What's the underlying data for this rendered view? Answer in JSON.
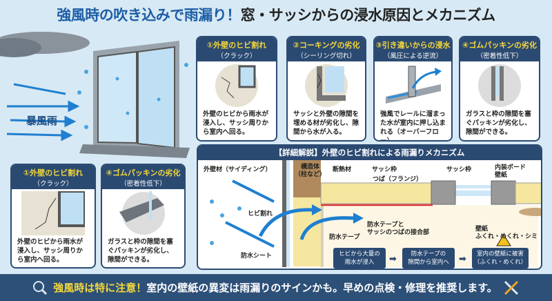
{
  "title": {
    "highlight": "強風時の吹き込みで雨漏り！",
    "rest": "窓・サッシからの浸水原因とメカニズム"
  },
  "hero": {
    "storm_label": "暴風雨"
  },
  "cards": [
    {
      "number_title": "①外壁のヒビ割れ",
      "subtitle": "（クラック）",
      "description": "外壁のヒビから雨水が浸入し、サッシ周りから室内へ回る。"
    },
    {
      "number_title": "②コーキングの劣化",
      "subtitle": "（シーリング切れ）",
      "description": "サッシと外壁の隙間を埋める材が劣化し、隙間から水が入る。"
    },
    {
      "number_title": "③引き違いからの浸水",
      "subtitle": "（風圧による逆流）",
      "description": "強風でレールに溜まった水が室内に押し込まれる（オーバーフロー）。"
    },
    {
      "number_title": "④ゴムパッキンの劣化",
      "subtitle": "（密着性低下）",
      "description": "ガラスと枠の隙間を塞ぐパッキンが劣化し、隙間ができる。"
    }
  ],
  "bottom_cards": [
    {
      "number_title": "①外壁のヒビ割れ",
      "subtitle": "（クラック）",
      "description": "外壁のヒビから雨水が浸入し、サッシ周りから室内へ回る。"
    },
    {
      "number_title": "④ゴムパッキンの劣化",
      "subtitle": "（密着性低下）",
      "description": "ガラスと枠の隙間を塞ぐパッキンが劣化し、隙間ができる。"
    }
  ],
  "detail": {
    "title": "【詳細解説】外壁のヒビ割れによる雨漏りメカニズム",
    "labels": {
      "siding": "外壁材（サイディング）",
      "crack": "ヒビ割れ",
      "sheet": "防水シート",
      "structure": "構造体\n（柱など）",
      "insulation": "断熱材",
      "sash_frame_left": "サッシ枠",
      "flange": "つば（フランジ）",
      "tape": "防水テープ",
      "joint": "防水テープと\nサッシのつばの接合部",
      "sash_frame_right": "サッシ枠",
      "board": "内装ボード\n壁紙",
      "wallpaper": "壁紙\nふくれ・めくれ・シミ"
    },
    "flow": [
      "ヒビから大量の\n雨水が浸入",
      "防水テープの\n隙間から室内へ",
      "室内の壁紙に被害\n（ふくれ・めくれ）"
    ]
  },
  "footer": {
    "highlight": "強風時は特に注意！",
    "message": "室内の壁紙の異変は雨漏りのサインかも。早めの点検・修理を推奨します。"
  },
  "colors": {
    "navy": "#2b4a72",
    "yellow": "#f4d83a",
    "blue": "#1c5ea6",
    "background": "#d7e9f4"
  }
}
